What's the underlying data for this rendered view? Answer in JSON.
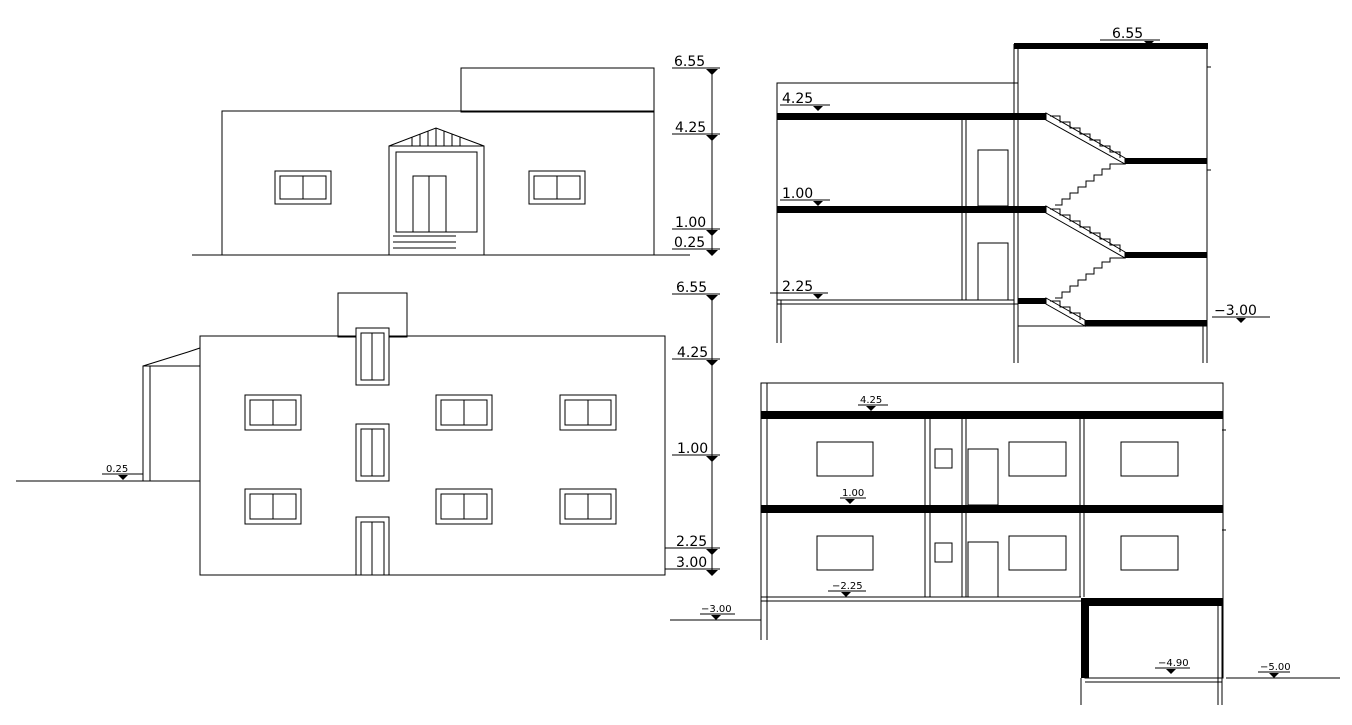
{
  "front_elevation": {
    "levels": {
      "top": "6.55",
      "upper": "4.25",
      "floor": "1.00",
      "ground": "0.25"
    }
  },
  "side_elevation": {
    "levels": {
      "top": "6.55",
      "upper": "4.25",
      "floor": "1.00",
      "lower": "2.25",
      "base": "3.00",
      "left": "0.25"
    }
  },
  "section_a": {
    "levels": {
      "top": "6.55",
      "upper": "4.25",
      "floor": "1.00",
      "ground": "2.25",
      "right": "−3.00"
    }
  },
  "section_b": {
    "levels": {
      "upper": "4.25",
      "floor": "1.00",
      "ground": "−2.25",
      "left": "−3.00",
      "basement": "−4.90",
      "right": "−5.00"
    }
  }
}
